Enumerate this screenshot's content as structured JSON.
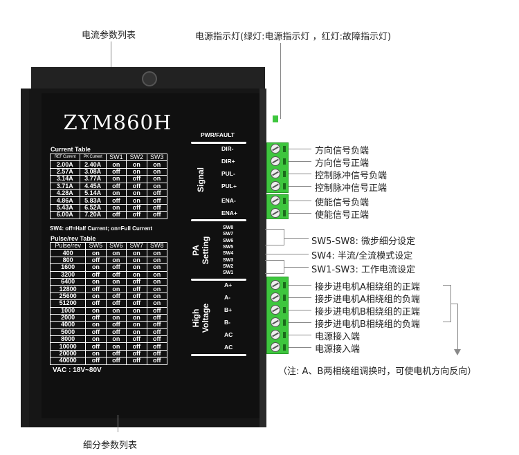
{
  "callouts": {
    "current_table": "电流参数列表",
    "pulse_table": "细分参数列表",
    "power_led": "电源指示灯(绿灯:电源指示灯 ，红灯:故障指示灯)",
    "note": "（注: A、B两相绕组调换时，可使电机方向反向）"
  },
  "model": "ZYM860H",
  "current_table": {
    "caption": "Current Table",
    "headers": [
      "REF Current",
      "PK Current",
      "SW1",
      "SW2",
      "SW3"
    ],
    "rows": [
      [
        "2.00A",
        "2.40A",
        "on",
        "on",
        "on"
      ],
      [
        "2.57A",
        "3.08A",
        "off",
        "on",
        "on"
      ],
      [
        "3.14A",
        "3.77A",
        "on",
        "off",
        "on"
      ],
      [
        "3.71A",
        "4.45A",
        "off",
        "off",
        "on"
      ],
      [
        "4.28A",
        "5.14A",
        "on",
        "on",
        "off"
      ],
      [
        "4.86A",
        "5.83A",
        "off",
        "on",
        "off"
      ],
      [
        "5.43A",
        "6.52A",
        "on",
        "off",
        "off"
      ],
      [
        "6.00A",
        "7.20A",
        "off",
        "off",
        "off"
      ]
    ],
    "note": "SW4: off=Half Current; on=Full Current"
  },
  "pulse_table": {
    "caption": "Pulse/rev Table",
    "headers": [
      "Pulse/rev",
      "SW5",
      "SW6",
      "SW7",
      "SW8"
    ],
    "rows": [
      [
        "400",
        "on",
        "on",
        "on",
        "on"
      ],
      [
        "800",
        "off",
        "on",
        "on",
        "on"
      ],
      [
        "1600",
        "on",
        "off",
        "on",
        "on"
      ],
      [
        "3200",
        "off",
        "off",
        "on",
        "on"
      ],
      [
        "6400",
        "on",
        "on",
        "off",
        "on"
      ],
      [
        "12800",
        "off",
        "on",
        "off",
        "on"
      ],
      [
        "25600",
        "on",
        "off",
        "off",
        "on"
      ],
      [
        "51200",
        "off",
        "off",
        "off",
        "on"
      ],
      [
        "1000",
        "on",
        "on",
        "on",
        "off"
      ],
      [
        "2000",
        "off",
        "on",
        "on",
        "off"
      ],
      [
        "4000",
        "on",
        "off",
        "on",
        "off"
      ],
      [
        "5000",
        "off",
        "off",
        "on",
        "off"
      ],
      [
        "8000",
        "on",
        "on",
        "off",
        "off"
      ],
      [
        "10000",
        "off",
        "on",
        "off",
        "off"
      ],
      [
        "20000",
        "on",
        "off",
        "off",
        "off"
      ],
      [
        "40000",
        "off",
        "off",
        "off",
        "off"
      ]
    ]
  },
  "vac": "VAC : 18V~80V",
  "panel": {
    "pwr_fault": "PWR/FAULT",
    "signal": "Signal",
    "pa_setting": [
      "PA",
      "Setting"
    ],
    "high_voltage": [
      "High",
      "Voltage"
    ],
    "signal_pins": [
      "DIR-",
      "DIR+",
      "PUL-",
      "PUL+",
      "ENA-",
      "ENA+"
    ],
    "switches": [
      "SW8",
      "SW7",
      "SW6",
      "SW5",
      "SW4",
      "SW3",
      "SW2",
      "SW1"
    ],
    "hv_pins": [
      "A+",
      "A-",
      "B+",
      "B-",
      "AC",
      "AC"
    ]
  },
  "signal_desc": [
    "方向信号负端",
    "方向信号正端",
    "控制脉冲信号负端",
    "控制脉冲信号正端",
    "使能信号负端",
    "使能信号正端"
  ],
  "switch_desc": [
    "SW5-SW8: 微步细分设定",
    "SW4: 半流/全流模式设定",
    "SW1-SW3: 工作电流设定"
  ],
  "hv_desc": [
    "接步进电机A相绕组的正端",
    "接步进电机A相绕组的负端",
    "接步进电机B相绕组的正端",
    "接步进电机B相绕组的负端",
    "电源接入端",
    "电源接入端"
  ],
  "colors": {
    "terminal": "#3ec63e",
    "body": "#161616"
  }
}
